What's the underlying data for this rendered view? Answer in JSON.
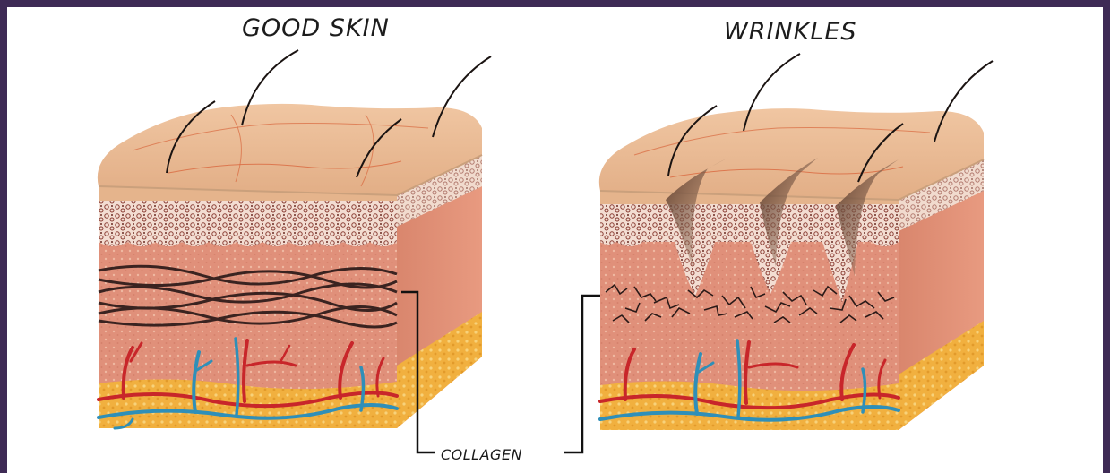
{
  "labels": {
    "good_skin": "GOOD SKIN",
    "wrinkles": "WRINKLES",
    "collagen": "COLLAGEN"
  },
  "colors": {
    "background_frame": "#3e2a55",
    "epidermis": "#e9bd97",
    "dermis": "#e08f78",
    "fat_layer": "#f2b441",
    "collagen_fiber": "#3a2320",
    "artery": "#c8262a",
    "vein": "#2f8fb8"
  }
}
